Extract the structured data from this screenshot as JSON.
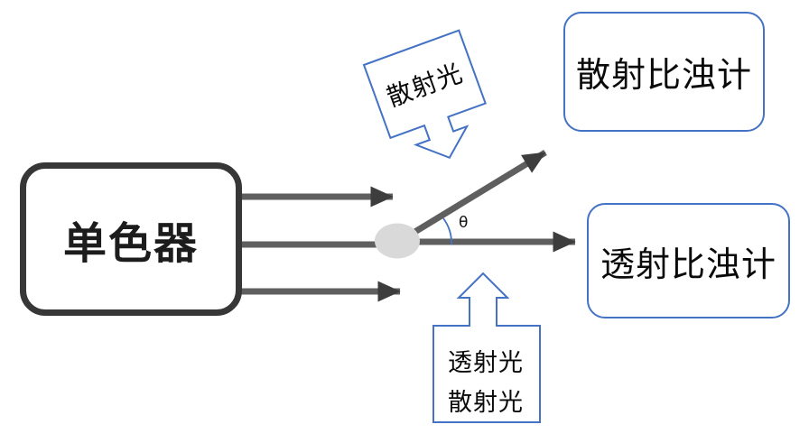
{
  "colors": {
    "blue": "#4472C4",
    "beam_gray": "#5f5f5f",
    "arrowhead_dark": "#3d3d3d",
    "box_border": "#373737",
    "sample_fill": "#d9d9d9"
  },
  "monochromator": {
    "label": "单色器"
  },
  "detectors": {
    "scatter": {
      "label": "散射比浊计"
    },
    "transmission": {
      "label": "透射比浊计"
    }
  },
  "callouts": {
    "scattered": {
      "label": "散射光"
    },
    "bottom": {
      "line1": "透射光",
      "line2": "散射光"
    }
  },
  "beams": {
    "angle_label": "θ"
  }
}
